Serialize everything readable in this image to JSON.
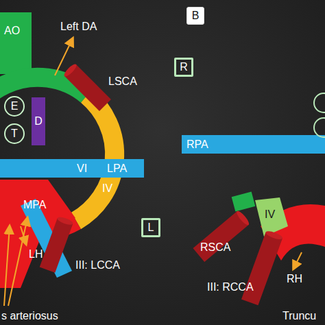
{
  "diagram": {
    "nodes": [
      {
        "text": [
          "E"
        ]
      },
      {
        "text": [
          "T"
        ]
      },
      {
        "text": [
          "D"
        ]
      },
      {
        "text": [
          "B"
        ]
      },
      {
        "text": [
          "R"
        ]
      },
      {
        "text": [
          "L"
        ]
      }
    ],
    "labels": [
      "AO",
      "Left DA",
      "LSCA",
      "VI",
      "LPA",
      "MPA",
      "IV",
      "LH",
      "III: LCCA",
      "s arteriosus",
      "RPA",
      "RSCA",
      "IV",
      "RH",
      "III: RCCA",
      "Truncu"
    ]
  }
}
